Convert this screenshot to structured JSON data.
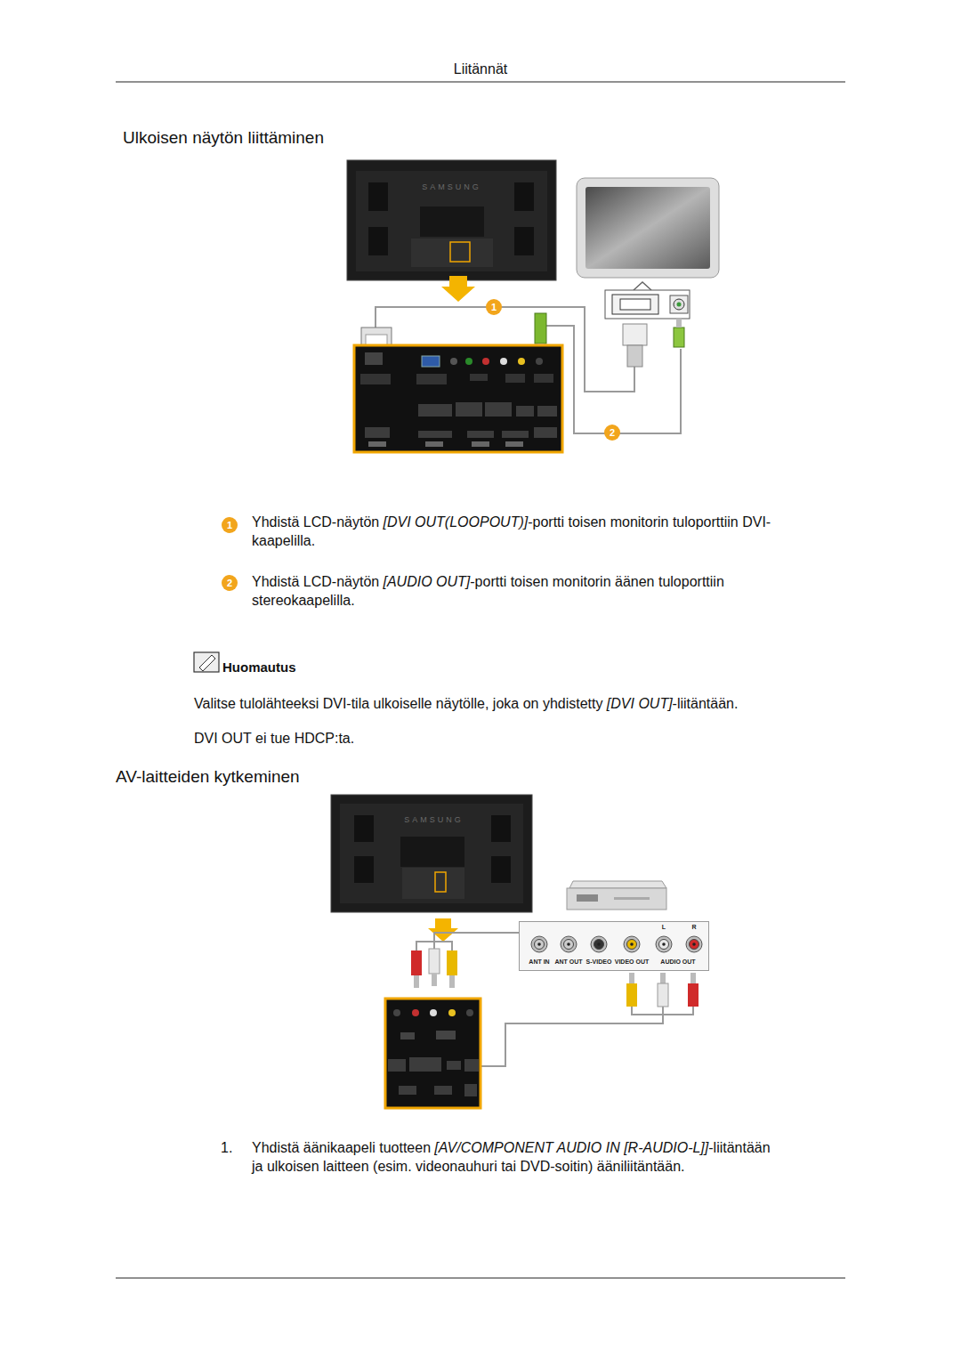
{
  "diagram": {
    "nodes": [
      {
        "text": [
          "1"
        ]
      },
      {
        "text": [
          "2"
        ]
      },
      {
        "text": [
          "1"
        ]
      },
      {
        "text": [
          "2"
        ]
      },
      {
        "text": [
          "ANT IN",
          "ANT OUT",
          "S-VIDEO",
          "VIDEO OUT",
          "AUDIO OUT",
          "L",
          "R"
        ]
      }
    ],
    "labels": [
      "Liitännät",
      "Ulkoisen näytön liittäminen",
      "SAMSUNG",
      "Yhdistä LCD-näytön",
      "[DVI OUT(LOOPOUT)]",
      "-portti toisen monitorin tuloporttiin DVI-kaapelilla.",
      "Yhdistä LCD-näytön",
      "[AUDIO OUT]",
      "-portti toisen monitorin äänen tuloporttiin stereokaapelilla.",
      "Huomautus",
      "Valitse tulolähteeksi DVI-tila ulkoiselle näytölle, joka on yhdistetty",
      "[DVI OUT]",
      "-liitäntään.",
      "DVI OUT ei tue HDCP:ta.",
      "AV-laitteiden kytkeminen",
      "SAMSUNG",
      "1.",
      "Yhdistä äänikaapeli tuotteen",
      "[AV/COMPONENT AUDIO IN [R-AUDIO-L]]",
      "-liitäntään ja ulkoisen laitteen (esim. videonauhuri tai DVD-soitin) ääniliitäntään."
    ]
  }
}
